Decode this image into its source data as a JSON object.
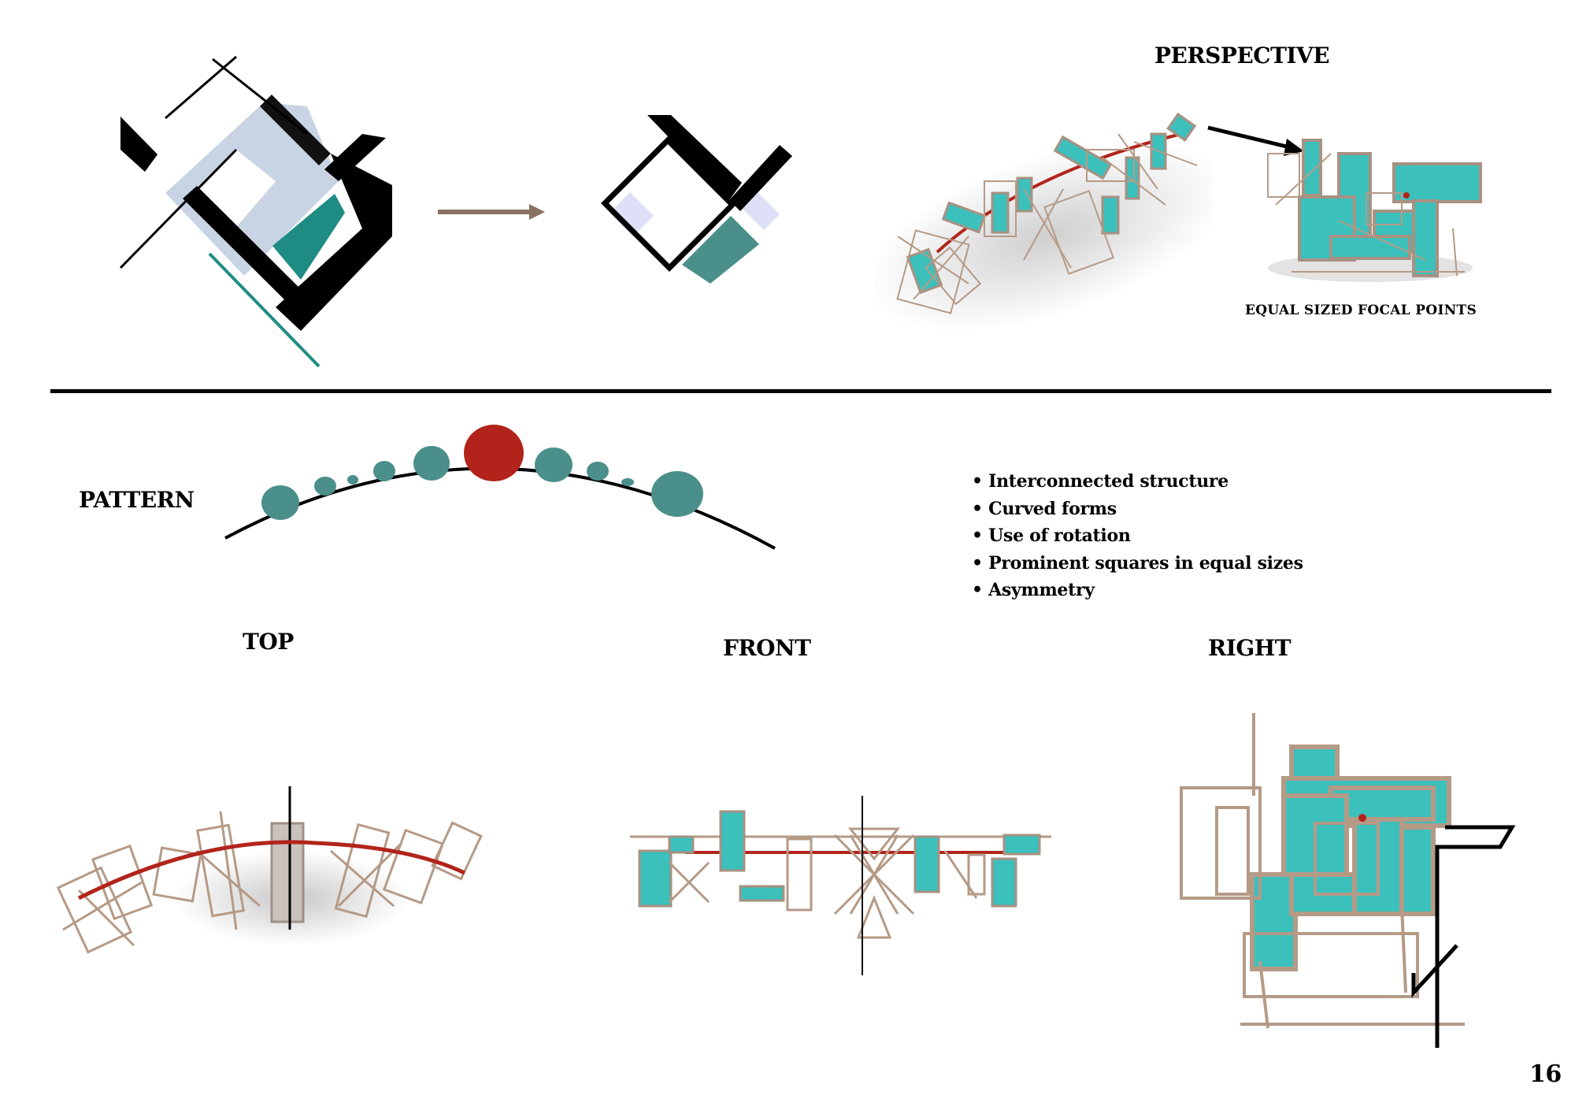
{
  "labels": {
    "perspective": "PERSPECTIVE",
    "focal_points": "EQUAL SIZED FOCAL POINTS",
    "pattern": "PATTERN",
    "top": "TOP",
    "front": "FRONT",
    "right": "RIGHT"
  },
  "bullets": [
    "Interconnected structure",
    "Curved forms",
    "Use of rotation",
    "Prominent squares in equal sizes",
    "Asymmetry"
  ],
  "page_number": "16",
  "colors": {
    "teal": "#4a8f8a",
    "teal_dark": "#1f8c84",
    "cyan": "#3cc0bc",
    "red": "#b2241b",
    "lavender": "#dde0f7",
    "wood": "#b59a86",
    "arrow_brown": "#8a7262",
    "sky": "#c5d2e0"
  }
}
